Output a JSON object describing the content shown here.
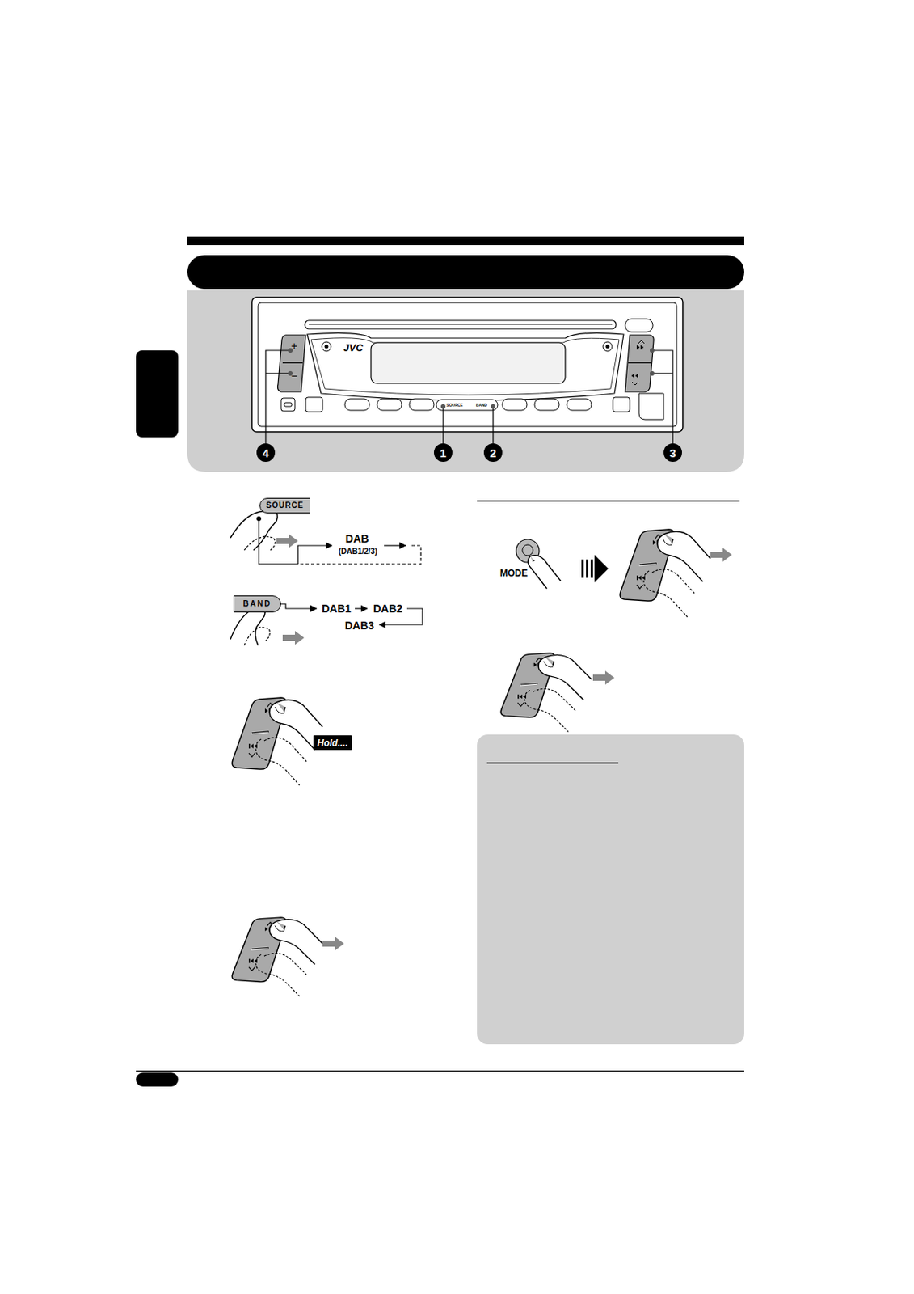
{
  "diagram": {
    "nodes": [
      {
        "text": [
          "SOURCE"
        ]
      },
      {
        "text": [
          "BAND"
        ]
      },
      {
        "text": [
          "Hold...."
        ]
      }
    ],
    "labels": [
      "JVC",
      "+",
      "−",
      "SOURCE",
      "BAND",
      "4",
      "1",
      "2",
      "3",
      "DAB",
      "(DAB1/2/3)",
      "DAB1",
      "DAB2",
      "DAB3",
      "MODE"
    ]
  }
}
